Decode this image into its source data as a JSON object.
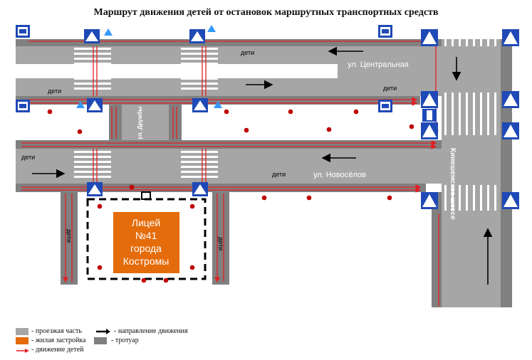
{
  "title": "Маршрут движения детей от остановок  маршрутных транспортных средств",
  "streets": {
    "central": "ул. Центральная",
    "novoselov": "ул. Новосёлов",
    "druzhby": "ул. Дружбы",
    "kineshemskoe": "Кинешемское шоссе"
  },
  "labels": {
    "children": "дети"
  },
  "school": {
    "line1": "Лицей",
    "line2": "№41",
    "line3": "города",
    "line4": "Костромы"
  },
  "legend": {
    "roadway": "- проезжая часть",
    "direction": "- направление движения",
    "housing": "- жилая застройка",
    "sidewalk": "- тротуар",
    "children_move": "- движение детей"
  },
  "colors": {
    "road": "#a6a6a6",
    "sidewalk": "#808080",
    "school": "#e46c0a",
    "route": "#e31e24",
    "sign": "#1f49b6"
  }
}
